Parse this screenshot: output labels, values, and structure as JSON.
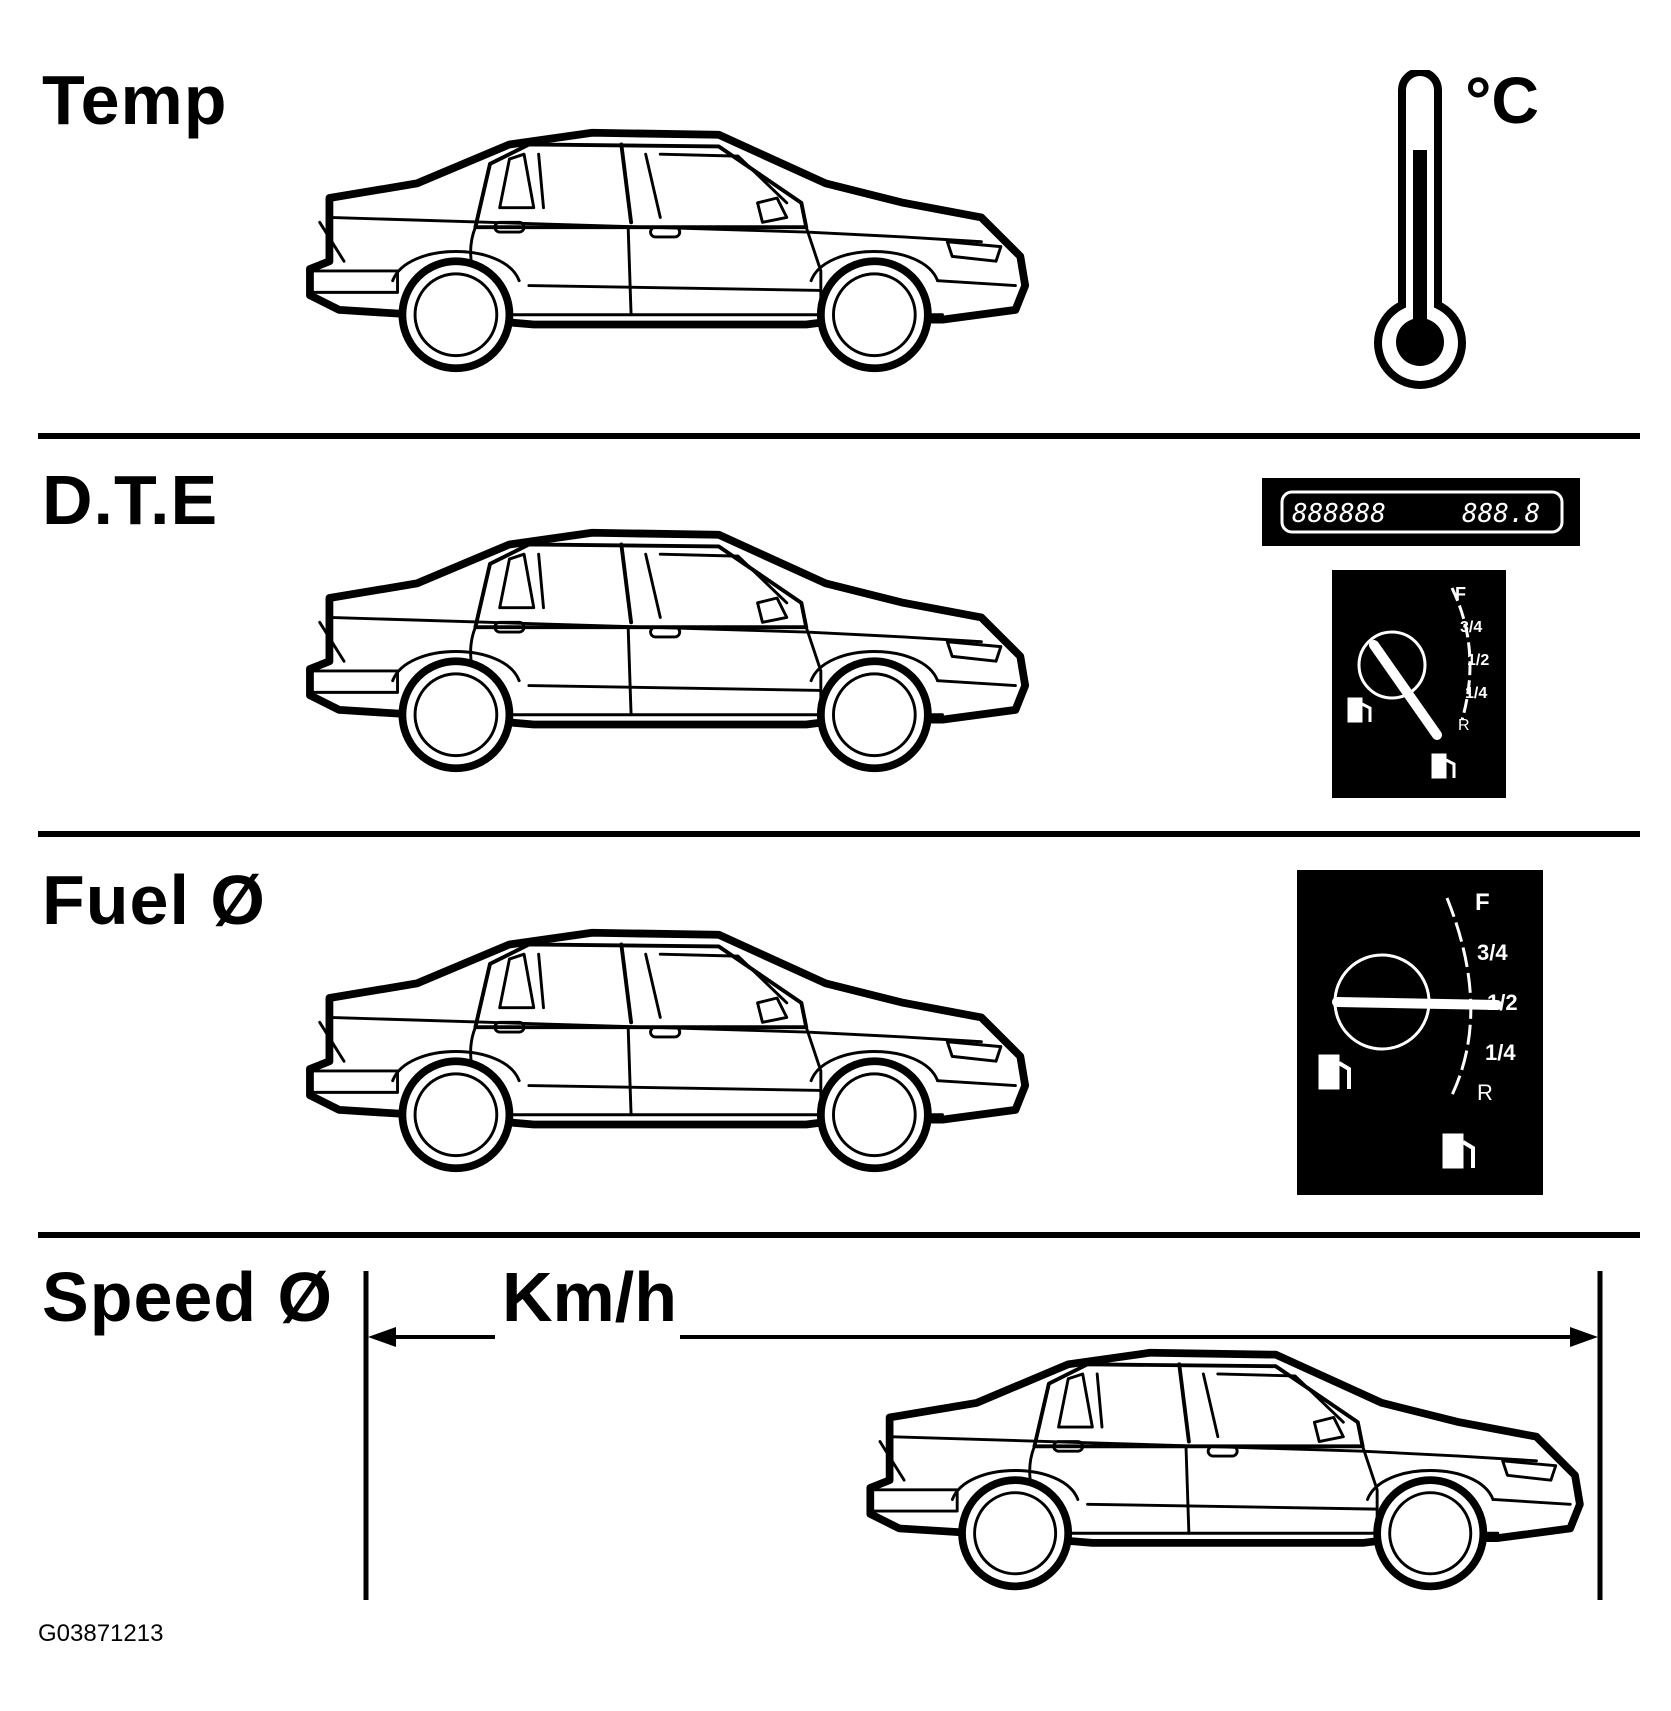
{
  "sections": {
    "temp": {
      "title": "Temp",
      "unit": "°C"
    },
    "dte": {
      "title": "D.T.E",
      "lcd_left": "888888",
      "lcd_right": "888.8"
    },
    "fuel": {
      "title": "Fuel Ø"
    },
    "speed": {
      "title": "Speed Ø",
      "unit": "Km/h"
    }
  },
  "gauge": {
    "labels": [
      "F",
      "3/4",
      "1/2",
      "1/4",
      "R"
    ],
    "dte_needle_level": "R",
    "fuel_needle_level": "1/2"
  },
  "figure_code": "G03871213",
  "icons": [
    "car-icon",
    "thermometer-icon",
    "lcd-display",
    "fuel-gauge-icon",
    "fuel-pump-icon",
    "dimension-arrow"
  ]
}
